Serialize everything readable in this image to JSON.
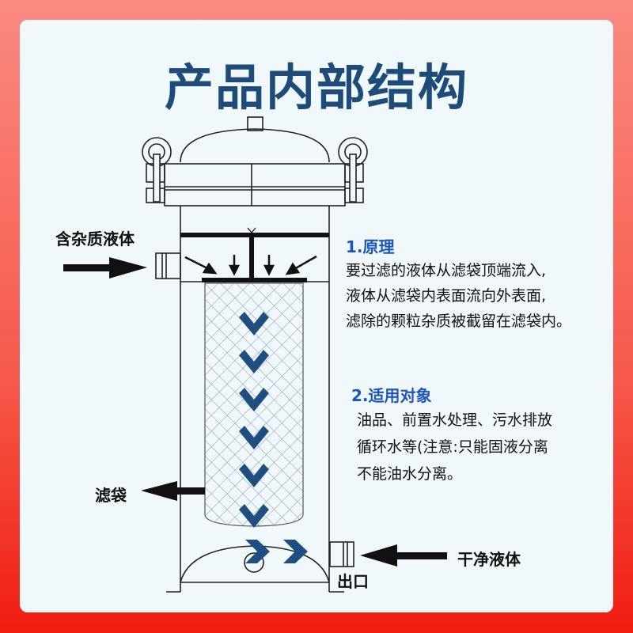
{
  "title": "产品内部结构",
  "labels": {
    "inlet": "含杂质液体",
    "bag": "滤袋",
    "clean": "干净液体",
    "outlet": "出口"
  },
  "sections": [
    {
      "heading": "1.原理",
      "lines": [
        "要过滤的液体从滤袋顶端流入,",
        "液体从滤袋内表面流向外表面,",
        "滤除的颗粒杂质被截留在滤袋内。"
      ]
    },
    {
      "heading": "2.适用对象",
      "lines": [
        "油品、前置水处理、污水排放",
        "循环水等(注意:只能固液分离",
        "不能油水分离。"
      ]
    }
  ],
  "colors": {
    "accent": "#1d4b7a",
    "heading": "#1a55c0",
    "chevron": "#1f4e80"
  }
}
